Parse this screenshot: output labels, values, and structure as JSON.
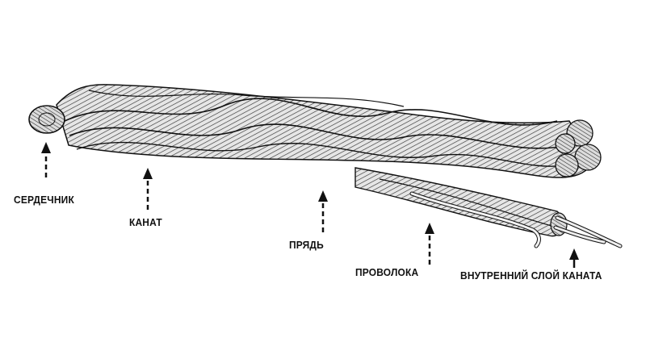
{
  "labels": {
    "core": "СЕРДЕЧНИК",
    "rope": "КАНАТ",
    "strand": "ПРЯДЬ",
    "wire": "ПРОВОЛОКА",
    "inner_layer": "ВНУТРЕННИЙ СЛОЙ КАНАТА"
  },
  "colors": {
    "ink": "#111111",
    "strand_fill": "#d8d8d8",
    "background": "#ffffff"
  }
}
